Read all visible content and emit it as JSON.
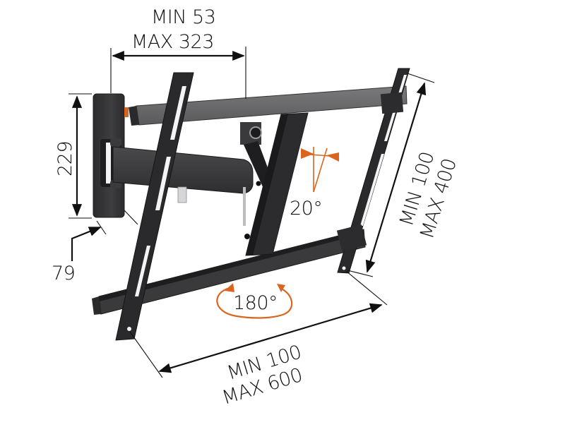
{
  "diagram": {
    "subject": "Full-motion TV wall mount",
    "colors": {
      "background": "#ffffff",
      "metal_dark": "#2a2a2c",
      "metal_mid": "#444446",
      "metal_light": "#6c6c6e",
      "accent_orange": "#d9651f",
      "dimension_lines": "#111111"
    },
    "dimensions": {
      "arm_extension": {
        "line1": "MIN 53",
        "line2": "MAX 323"
      },
      "wall_plate_height": {
        "value": "229"
      },
      "wall_distance": {
        "value": "79"
      },
      "vertical_hole_spacing": {
        "line1": "MIN 100",
        "line2": "MAX 400"
      },
      "horizontal_hole_spacing": {
        "line1": "MIN 100",
        "line2": "MAX 600"
      }
    },
    "features": {
      "tilt": {
        "value": "20°",
        "icon": "tilt-angle-icon"
      },
      "swivel": {
        "value": "180°",
        "icon": "rotation-arrows-icon"
      }
    }
  }
}
